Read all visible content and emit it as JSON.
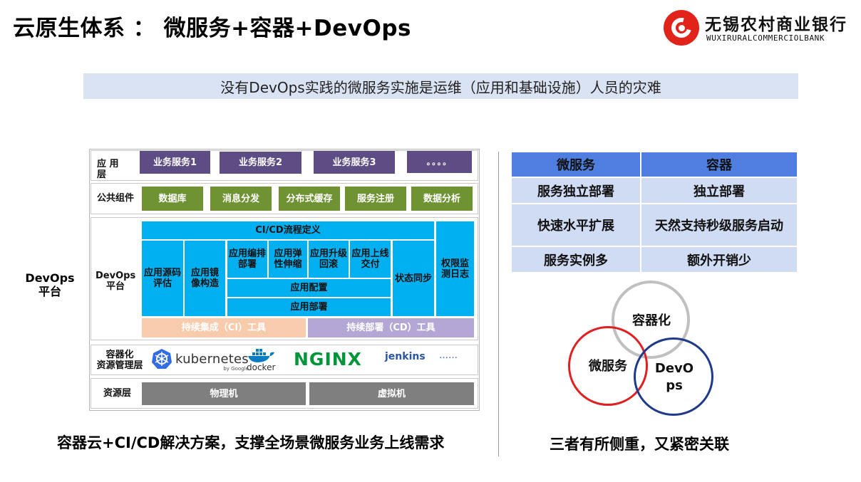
{
  "header": {
    "title": "云原生体系 ： 微服务+容器+DevOps",
    "bank_name_cn": "无锡农村商业银行",
    "bank_name_en": "WUXIRURALCOMMERCIOLBANK",
    "logo_icon": "bank-logo-icon",
    "brand_color": "#e2231a"
  },
  "banner": {
    "text": "没有DevOps实践的微服务实施是运维（应用和基础设施）人员的灾难",
    "bg_color": "#dae3f3"
  },
  "architecture": {
    "side_label_line1": "DevOps",
    "side_label_line2": "平台",
    "app_layer": {
      "label": "应 用 层",
      "items": [
        "业务服务1",
        "业务服务2",
        "业务服务3",
        "。。。。"
      ]
    },
    "common_layer": {
      "label": "公共组件",
      "items": [
        "数据库",
        "消息分发",
        "分布式缓存",
        "服务注册",
        "数据分析"
      ]
    },
    "devops_layer": {
      "label_line1": "DevOps",
      "label_line2": "平台",
      "cicd_header": "CI/CD流程定义",
      "source_eval": "应用源码评估",
      "image_build": "应用镜像构造",
      "orchestration": "应用编排部署",
      "elastic": "应用弹性伸缩",
      "rollback": "应用升级回滚",
      "delivery": "应用上线交付",
      "state_sync": "状态同步",
      "config": "应用配置",
      "deploy": "应用部署",
      "permission": "权限监测日志",
      "ci_tools": "持续集成（CI）工具",
      "cd_tools": "持续部署（CD）工具"
    },
    "container_layer": {
      "label_line1": "容器化",
      "label_line2": "资源管理层",
      "logos": {
        "kubernetes": "kubernetes",
        "kubernetes_by": "by Google",
        "docker": "docker",
        "nginx": "NGINX",
        "jenkins": "jenkins",
        "more": "……"
      }
    },
    "resource_layer": {
      "label": "资源层",
      "items": [
        "物理机",
        "虚拟机"
      ]
    },
    "colors": {
      "app": "#5e4c84",
      "common": "#6f9233",
      "devops": "#00b0f0",
      "ci": "#f8cbad",
      "cd": "#b4a7d6",
      "resource": "#7f7f7f"
    }
  },
  "left_caption": "容器云+CI/CD解决方案，支撑全场景微服务业务上线需求",
  "comparison": {
    "headers": [
      "微服务",
      "容器"
    ],
    "rows": [
      [
        "服务独立部署",
        "独立部署"
      ],
      [
        "快速水平扩展",
        "天然支持秒级服务启动"
      ],
      [
        "服务实例多",
        "额外开销少"
      ]
    ],
    "header_color": "#4e7fe0",
    "cell_color": "#d0dcf4"
  },
  "venn": {
    "container": "容器化",
    "microservice": "微服务",
    "devops_line1": "DevO",
    "devops_line2": "ps",
    "colors": {
      "container": "#c0c0c0",
      "microservice": "#e02020",
      "devops": "#1f3a8a"
    }
  },
  "right_caption": "三者有所侧重，又紧密关联"
}
